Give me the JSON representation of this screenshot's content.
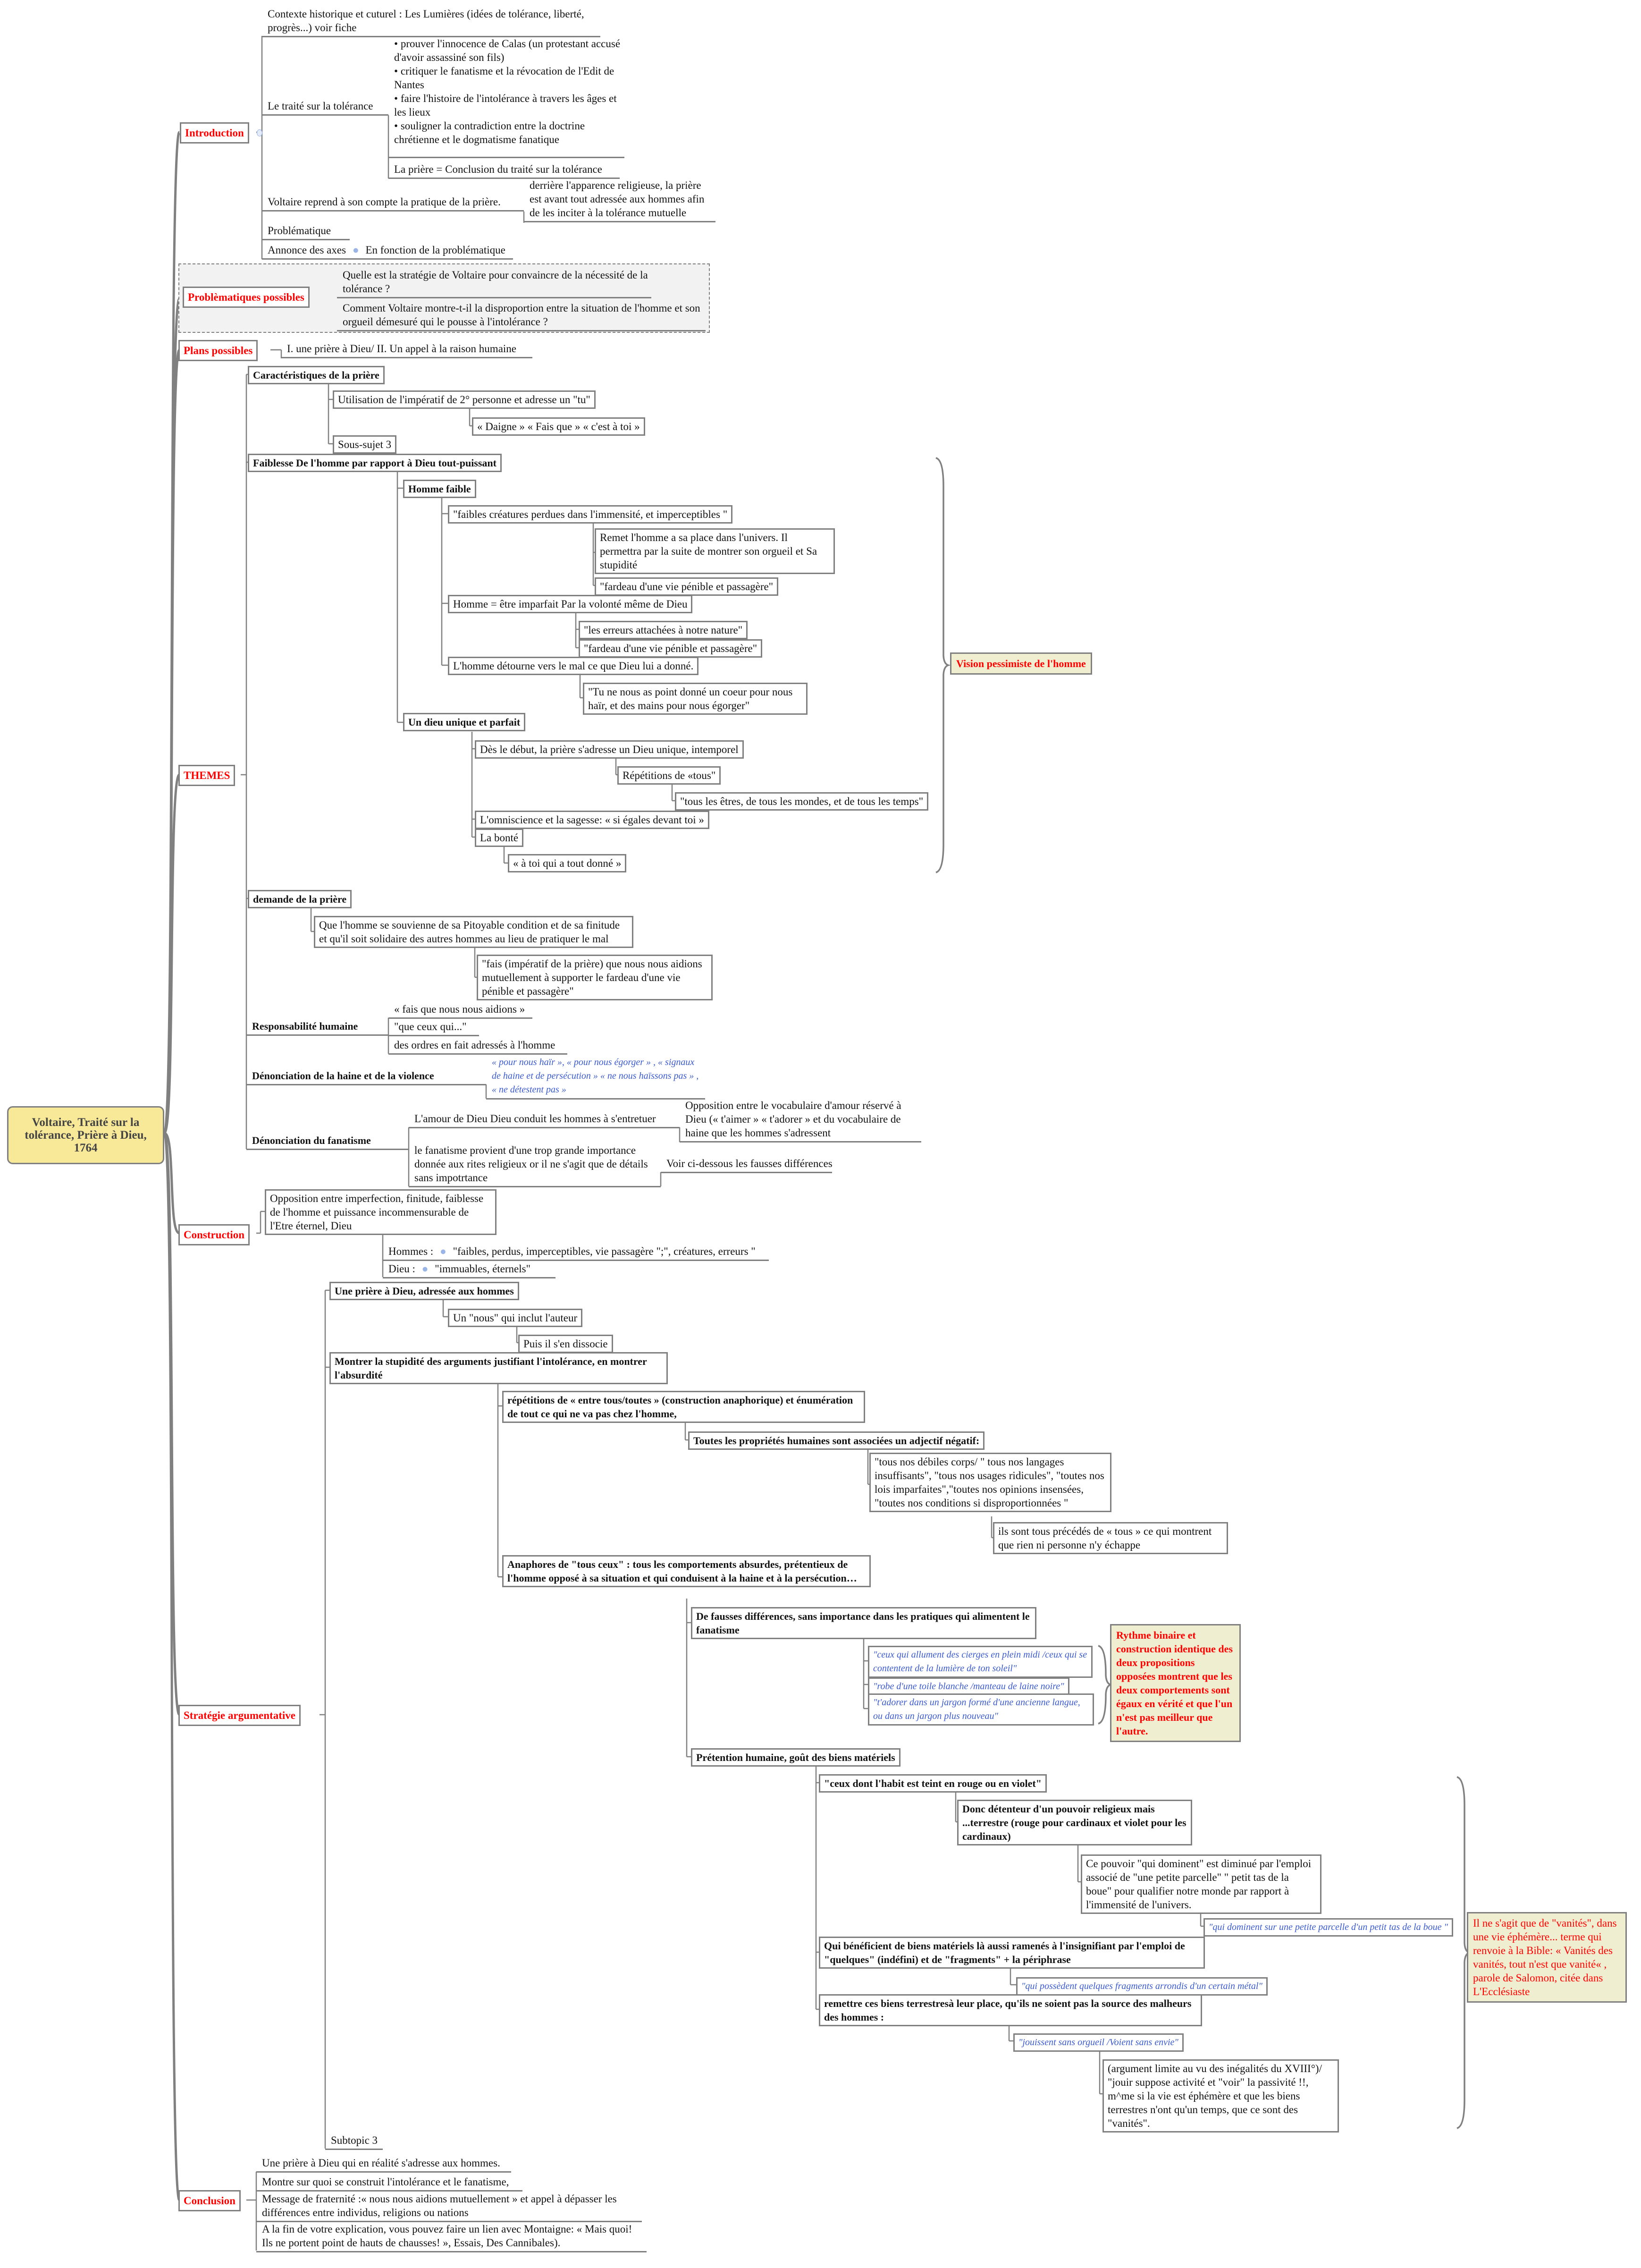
{
  "root": {
    "title": "Voltaire, Traité sur la tolérance, Prière à Dieu, 1764"
  },
  "introduction": {
    "label": "Introduction",
    "context": "Contexte historique et cuturel : Les Lumières (idées de tolérance, liberté, progrès...) voir fiche",
    "traite": "Le traité sur la tolérance",
    "traite_goals": [
      "prouver l'innocence de Calas (un protestant accusé d'avoir assassiné son fils)",
      "critiquer le fanatisme et la révocation de l'Edit de Nantes",
      "faire l'histoire de l'intolérance à travers les âges et les lieux",
      "souligner la contradiction entre la doctrine chrétienne et le dogmatisme fanatique"
    ],
    "priere_conclusion": "La prière = Conclusion du traité sur la tolérance",
    "voltaire_reprend": "Voltaire reprend à son compte la pratique de la prière.",
    "derriere": "derrière l'apparence religieuse, la prière est avant tout adressée aux hommes afin de les inciter à la tolérance mutuelle",
    "problematique": "Problématique",
    "annonce": "Annonce des axes",
    "en_fonction": "En fonction de la problématique"
  },
  "problematiques": {
    "label": "Problèmatiques possibles",
    "items": [
      "Quelle est la stratégie de Voltaire pour convaincre de la nécessité de la tolérance ?",
      "Comment Voltaire montre-t-il la disproportion entre la situation de l'homme et son orgueil démesuré qui le pousse à l'intolérance ?"
    ]
  },
  "plans": {
    "label": "Plans possibles",
    "item": "I. une prière à Dieu/ II. Un appel à la raison humaine"
  },
  "themes": {
    "label": "THEMES",
    "caracteristiques": {
      "label": "Caractéristiques de la prière",
      "imperatif": "Utilisation de l'impératif de 2° personne et adresse  un \"tu\"",
      "exemples": "« Daigne »  « Fais que »   « c'est à toi »",
      "sous_sujet": "Sous-sujet  3"
    },
    "faiblesse": {
      "label": "Faiblesse De l'homme par rapport à Dieu tout-puissant",
      "homme_faible": "Homme faible",
      "faibles_creatures": "\"faibles créatures perdues dans l'immensité, et imperceptibles \"",
      "remet": "Remet l'homme a sa place dans l'univers. Il permettra par la suite de montrer son orgueil et Sa stupidité",
      "fardeau_1": "\"fardeau d'une vie pénible et passagère\"",
      "imparfait": "Homme = être imparfait Par la volonté même de Dieu",
      "erreurs": "\"les erreurs attachées à notre nature\"",
      "fardeau_2": "\"fardeau d'une vie pénible et passagère\"",
      "detourne": "L'homme détourne vers le mal ce que Dieu  lui a donné.",
      "coeur": "\"Tu ne nous as point donné un coeur pour nous haïr, et des mains pour nous égorger\"",
      "dieu_unique": "Un dieu unique et parfait",
      "des_le_debut": "Dès le début, la prière s'adresse un Dieu unique, intemporel",
      "repetitions": "Répétitions de «tous\"",
      "tous_les_etres": "\"tous les êtres, de tous les mondes, et de tous les temps\"",
      "omniscience": "L'omniscience et la sagesse: « si égales devant toi »",
      "bonte": "La bonté",
      "a_toi": " « à toi qui a tout donné »"
    },
    "vision": "Vision pessimiste de l'homme",
    "demande": {
      "label": "demande de la prière",
      "souvienne": "Que l'homme se souvienne de sa Pitoyable condition et de sa finitude et qu'il soit solidaire des autres hommes au lieu de pratiquer le mal",
      "fais": "\"fais (impératif de la prière) que nous nous aidions mutuellement à supporter le fardeau d'une vie pénible et passagère\""
    },
    "responsabilite": {
      "label": "Responsabilité humaine",
      "items": [
        "« fais que nous nous aidions »",
        "\"que ceux qui...\"",
        "des ordres en fait  adressés à l'homme"
      ]
    },
    "haine": {
      "label": "Dénonciation de la haine et de la violence",
      "quotes": "« pour nous haïr », « pour nous égorger » , « signaux de haine et de persécution »  « ne nous haïssons pas » , « ne détestent pas »"
    },
    "fanatisme": {
      "label": "Dénonciation du fanatisme",
      "amour": "L'amour de Dieu Dieu conduit les hommes à s'entretuer",
      "opposition": "Opposition entre le vocabulaire d'amour réservé à Dieu (« t'aimer »  « t'adorer »  et du vocabulaire de haine que les hommes s'adressent",
      "provient": "le fanatisme provient d'une trop grande importance donnée aux rites religieux or il ne s'agit que de détails sans impotrtance",
      "voir": "Voir ci-dessous les fausses différences"
    }
  },
  "construction": {
    "label": "Construction",
    "opposition": "Opposition entre imperfection, finitude, faiblesse de l'homme et puissance incommensurable de l'Etre éternel, Dieu",
    "hommes_label": "Hommes :",
    "hommes_value": "\"faibles, perdus, imperceptibles, vie passagère \";\", créatures, erreurs \"",
    "dieu_label": "Dieu :",
    "dieu_value": "\"immuables, éternels\""
  },
  "strategie": {
    "label": "Stratégie argumentative",
    "priere": "Une prière à Dieu, adressée aux hommes",
    "nous": "Un \"nous\" qui inclut l'auteur",
    "dissocie": "Puis il s'en dissocie",
    "montrer": "Montrer la stupidité des arguments justifiant l'intolérance, en montrer l'absurdité",
    "repetitions": " répétitions de « entre tous/toutes » (construction anaphorique) et énumération de tout ce qui ne va pas chez l'homme,",
    "proprietes": "Toutes les propriétés humaines sont associées un adjectif  négatif:",
    "tous_nos": "\"tous nos débiles corps/ \" tous nos langages insuffisants\", \"tous nos usages ridicules\", \"toutes nos lois imparfaites\",\"toutes nos opinions insensées, \"toutes nos conditions si disproportionnées \"",
    "precedes": " ils sont tous précédés de « tous » ce qui montrent que rien ni personne n'y échappe",
    "anaphores": "Anaphores de \"tous ceux\" :   tous les comportements absurdes, prétentieux de l'homme opposé à sa situation et qui conduisent à la haine et à la persécution…",
    "fausses": "De fausses différences, sans importance  dans les pratiques qui alimentent le fanatisme",
    "quotes": [
      "\"ceux qui allument des cierges en plein midi /ceux qui se contentent de la lumière de ton soleil\"",
      "\"robe d'une toile blanche /manteau de laine noire\"",
      "\"t'adorer dans un jargon formé d'une ancienne langue, ou dans un jargon plus nouveau\""
    ],
    "rythme": "Rythme binaire et construction identique des deux propositions opposées montrent que les deux comportements sont égaux en vérité et que l'un n'est pas meilleur que l'autre.",
    "pretention": "Prétention humaine, goût des biens matériels",
    "habit": "\"ceux dont l'habit est teint en rouge ou en violet\"",
    "detenteur": "Donc détenteur d'un pouvoir religieux mais ...terrestre (rouge  pour cardinaux et violet pour les cardinaux)",
    "pouvoir": "Ce pouvoir \"qui dominent\" est diminué par l'emploi associé de  \"une petite parcelle\" \" petit tas de la boue\" pour qualifier notre monde par rapport à l'immensité de l'univers.",
    "dominent": "\"qui dominent sur une petite parcelle d'un petit tas de la boue \"",
    "beneficient": "Qui bénéficient de biens matériels là aussi ramenés à l'insignifiant par l'emploi de \"quelques\" (indéfini) et de \"fragments\" + la périphrase",
    "possedent": "\"qui possèdent quelques fragments arrondis d'un certain métal\"",
    "remettre": "remettre ces biens terrestresà leur place, qu'ils ne soient pas la source des malheurs des hommes :",
    "jouissent": "\"jouissent sans orgueil /Voient sans envie\"",
    "argument": "(argument limite au vu des inégalités du XVIII°)/ \"jouir suppose activité et \"voir\" la passivité !!, m^me si la vie est éphémère et que les biens terrestres n'ont qu'un temps, que ce sont des \"vanités\".",
    "vanites": "Il ne s'agit que de \"vanités\", dans une vie éphémère... terme qui renvoie à la Bible: « Vanités des vanités, tout n'est que vanité« , parole de Salomon, citée dans L'Ecclésiaste",
    "subtopic": "Subtopic 3"
  },
  "conclusion": {
    "label": "Conclusion",
    "items": [
      "Une prière à Dieu qui en réalité s'adresse aux hommes.",
      "Montre sur quoi se construit  l'intolérance et le fanatisme,",
      "Message de fraternité  :« nous nous aidions mutuellement  » et appel  à dépasser les différences entre individus, religions  ou  nations",
      "A la fin de votre explication, vous pouvez faire un lien avec  Montaigne: « Mais quoi! Ils ne portent point de hauts de chausses! », Essais, Des Cannibales)."
    ]
  },
  "colors": {
    "branch_label": "#ff0000",
    "quote": "#3a5ad0",
    "root_fill": "#f8e998",
    "note_fill": "#f0eed0",
    "line": "#808080"
  }
}
